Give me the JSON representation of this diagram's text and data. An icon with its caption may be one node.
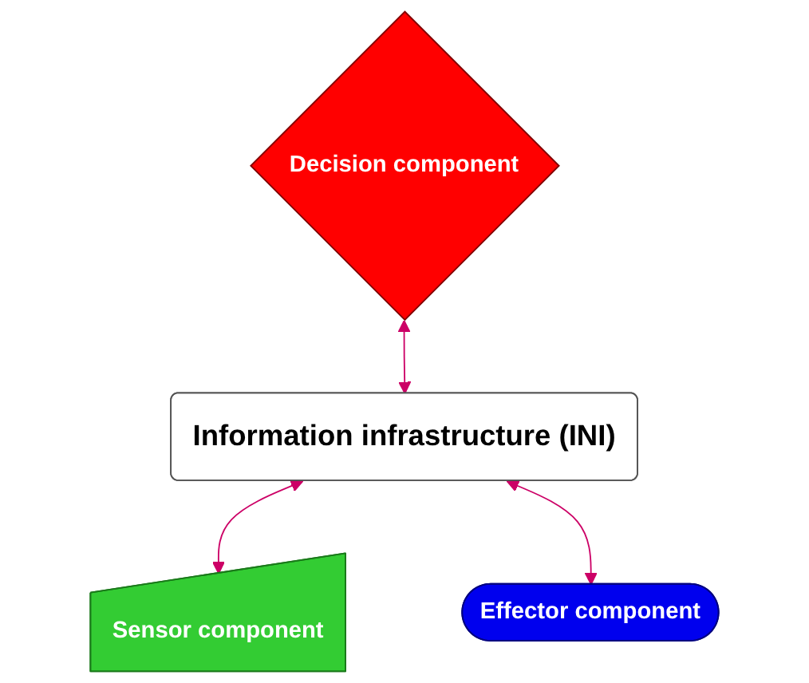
{
  "diagram": {
    "nodes": [
      {
        "text": [
          "Decision component"
        ]
      },
      {
        "text": [
          "Information infrastructure (INI)"
        ]
      },
      {
        "text": [
          "Sensor component"
        ]
      },
      {
        "text": [
          "Effector component"
        ]
      }
    ],
    "edges": [
      {
        "from": 0,
        "to": 1,
        "arrow": "both"
      },
      {
        "from": 1,
        "to": 2,
        "arrow": "both"
      },
      {
        "from": 1,
        "to": 3,
        "arrow": "both"
      }
    ]
  }
}
